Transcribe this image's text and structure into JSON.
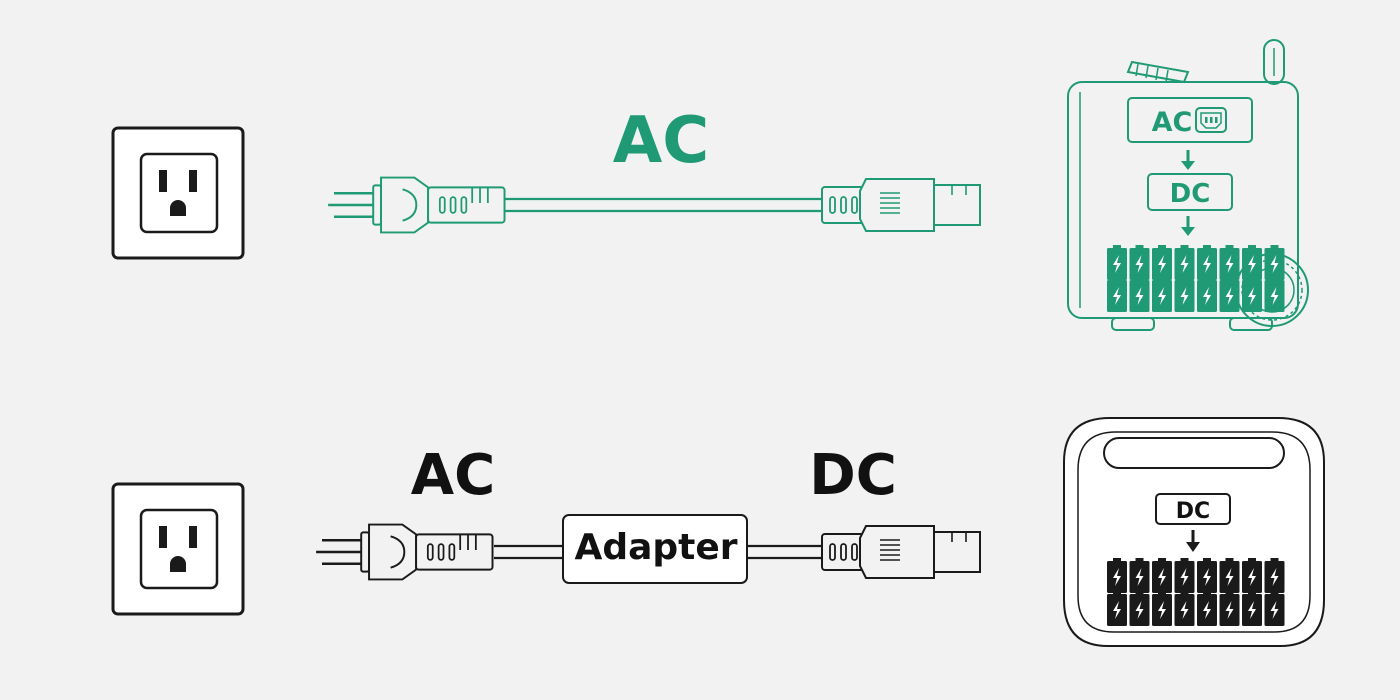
{
  "colors": {
    "green": "#1f9a74",
    "black": "#1a1a1a",
    "background": "#f1f2f1"
  },
  "top_row": {
    "cable_label": "AC",
    "device_input_label": "AC",
    "device_internal_label": "DC",
    "battery_cells": 16,
    "icons": [
      "wall-outlet-icon",
      "ac-power-cord-icon",
      "power-station-icon",
      "battery-cell-icon"
    ]
  },
  "bottom_row": {
    "input_label": "AC",
    "adapter_label": "Adapter",
    "output_label": "DC",
    "device_label": "DC",
    "battery_cells": 16,
    "icons": [
      "wall-outlet-icon",
      "ac-plug-icon",
      "adapter-box-icon",
      "dc-plug-icon",
      "portable-power-station-icon",
      "battery-cell-icon"
    ]
  }
}
